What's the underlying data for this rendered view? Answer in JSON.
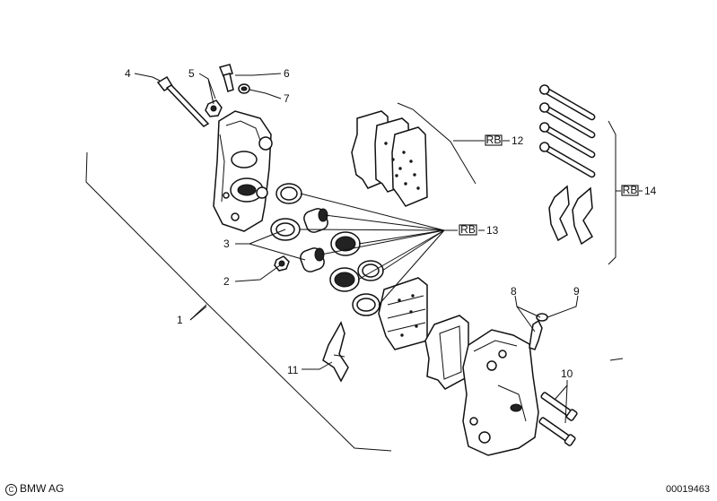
{
  "callouts": {
    "c1": "1",
    "c2": "2",
    "c3": "3",
    "c4": "4",
    "c5": "5",
    "c6": "6",
    "c7": "7",
    "c8": "8",
    "c9": "9",
    "c10": "10",
    "c11": "11",
    "c12": "12",
    "c13": "13",
    "c14": "14"
  },
  "set_badge": "RB",
  "footer": {
    "copyright_symbol": "C",
    "brand": "BMW AG",
    "doc_number": "00019463"
  }
}
